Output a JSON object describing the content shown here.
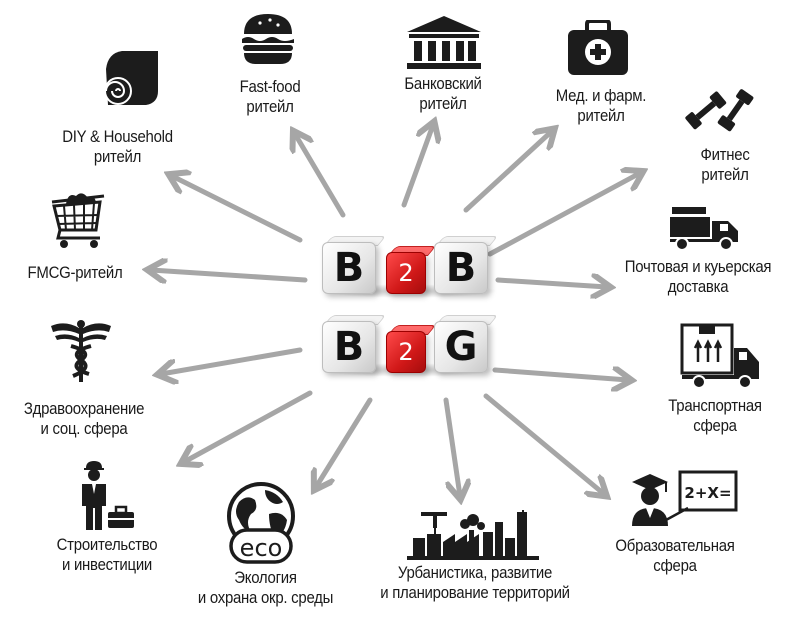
{
  "center": {
    "b2b": [
      "B",
      "2",
      "B"
    ],
    "b2g": [
      "B",
      "2",
      "G"
    ]
  },
  "sectors": {
    "fastfood": "Fast-food\nритейл",
    "bank": "Банковский\nритейл",
    "med": "Мед. и фарм.\nритейл",
    "diy": "DIY & Household\nритейл",
    "fitness": "Фитнес\nритейл",
    "fmcg": "FMCG-ритейл",
    "post": "Почтовая и куьерская\nдоставка",
    "health": "Здравоохранение\nи соц. сфера",
    "transport": "Транспортная\nсфера",
    "construction": "Строительство\nи инвестиции",
    "ecology": "Экология\nи охрана окр. среды",
    "urban": "Урбанистика, развитие\nи планирование территорий",
    "education": "Образовательная\nсфера"
  },
  "icons": {
    "eco_text": "eco",
    "math_text": "2+X="
  },
  "colors": {
    "arrow": "#a6a6a6",
    "icon": "#1c1c1c",
    "accent_cube": "#d01818"
  }
}
